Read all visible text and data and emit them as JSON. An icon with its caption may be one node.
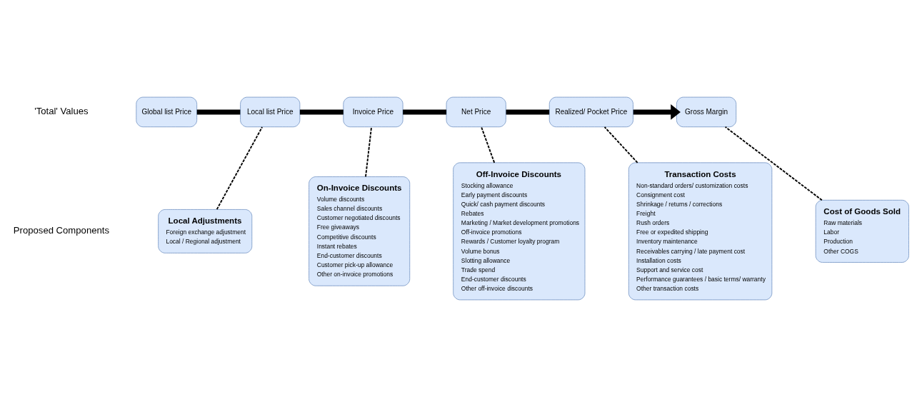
{
  "diagram": {
    "nodes": [
      {
        "text": [
          "Global list Price"
        ]
      },
      {
        "text": [
          "Local list Price"
        ]
      },
      {
        "text": [
          "Invoice Price"
        ]
      },
      {
        "text": [
          "Net Price"
        ]
      },
      {
        "text": [
          "Realized/ Pocket Price"
        ]
      },
      {
        "text": [
          "Gross Margin"
        ]
      },
      {
        "text": [
          "Local Adjustments",
          "Foreign exchange adjustment",
          "Local / Regional adjustment"
        ]
      },
      {
        "text": [
          "On-Invoice Discounts",
          "Volume discounts",
          "Sales channel discounts",
          "Customer negotiated discounts",
          "Free giveaways",
          "Competitive discounts",
          "Instant rebates",
          "End-customer discounts",
          "Customer pick-up allowance",
          "Other on-invoice promotions"
        ]
      },
      {
        "text": [
          "Off-Invoice Discounts",
          "Stocking allowance",
          "Early payment discounts",
          "Quick/ cash payment discounts",
          "Rebates",
          "Marketing / Market development promotions",
          "Off-invoice promotions",
          "Rewards / Customer loyalty program",
          "Volume bonus",
          "Slotting allowance",
          "Trade spend",
          "End-customer discounts",
          "Other off-invoice discounts"
        ]
      },
      {
        "text": [
          "Transaction Costs",
          "Non-standard orders/ customization costs",
          "Consignment cost",
          "Shrinkage / returns / corrections",
          "Freight",
          "Rush orders",
          "Free or expedited shipping",
          "Inventory maintenance",
          "Receivables carrying / late payment cost",
          "Installation costs",
          "Support and service cost",
          "Performance guarantees / basic terms/ warranty",
          "Other transaction costs"
        ]
      },
      {
        "text": [
          "Cost of Goods Sold",
          "Raw materials",
          "Labor",
          "Production",
          "Other COGS"
        ]
      }
    ],
    "edges": [
      {
        "from": 0,
        "to": 1,
        "arrow": "none",
        "style": "thick"
      },
      {
        "from": 1,
        "to": 2,
        "arrow": "none",
        "style": "thick"
      },
      {
        "from": 2,
        "to": 3,
        "arrow": "none",
        "style": "thick"
      },
      {
        "from": 3,
        "to": 4,
        "arrow": "none",
        "style": "thick"
      },
      {
        "from": 4,
        "to": 5,
        "arrow": "to",
        "style": "thick"
      },
      {
        "from": 6,
        "to": 1,
        "arrow": "none",
        "style": "dashed"
      },
      {
        "from": 7,
        "to": 2,
        "arrow": "none",
        "style": "dashed"
      },
      {
        "from": 8,
        "to": 3,
        "arrow": "none",
        "style": "dashed"
      },
      {
        "from": 9,
        "to": 4,
        "arrow": "none",
        "style": "dashed"
      },
      {
        "from": 10,
        "to": 5,
        "arrow": "none",
        "style": "dashed"
      }
    ],
    "labels": [
      "'Total' Values",
      "Proposed Components"
    ]
  }
}
